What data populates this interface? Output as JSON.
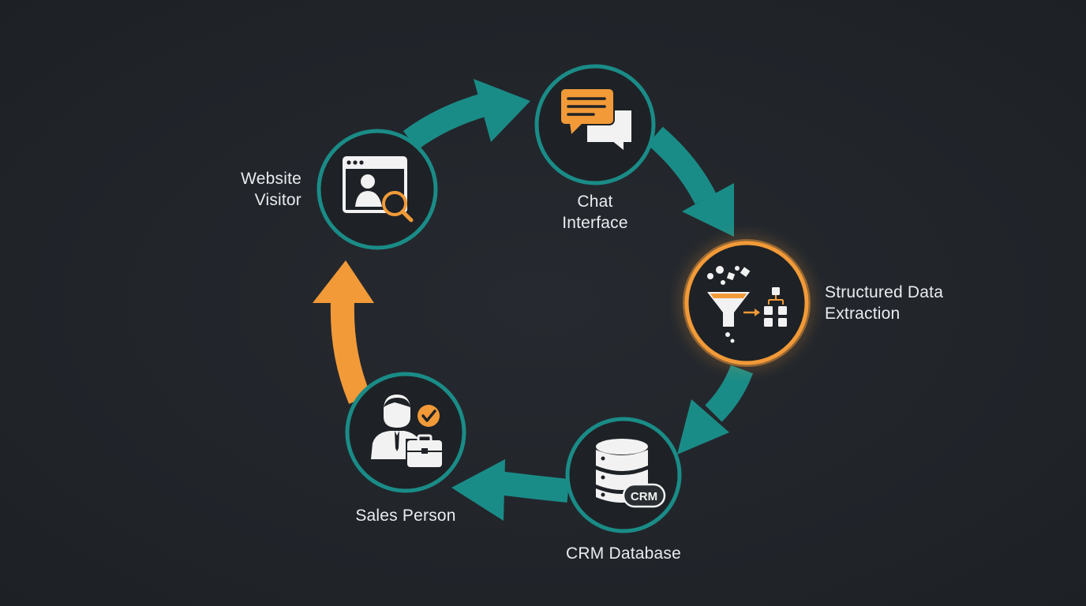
{
  "colors": {
    "background": "#22262b",
    "teal": "#1a8c87",
    "orange": "#f29a38",
    "node_fill": "#1e2226",
    "icon_white": "#f2f2f2"
  },
  "nodes": {
    "website_visitor": {
      "label_lines": [
        "Website",
        "Visitor"
      ],
      "icon": "browser-user-search-icon"
    },
    "chat_interface": {
      "label_lines": [
        "Chat",
        "Interface"
      ],
      "icon": "chat-bubbles-icon"
    },
    "structured_data": {
      "label_lines": [
        "Structured Data",
        "Extraction"
      ],
      "icon": "funnel-structure-icon"
    },
    "crm_database": {
      "label_lines": [
        "CRM Database"
      ],
      "icon": "database-icon",
      "badge_text": "CRM"
    },
    "sales_person": {
      "label_lines": [
        "Sales Person"
      ],
      "icon": "salesperson-briefcase-icon"
    }
  }
}
